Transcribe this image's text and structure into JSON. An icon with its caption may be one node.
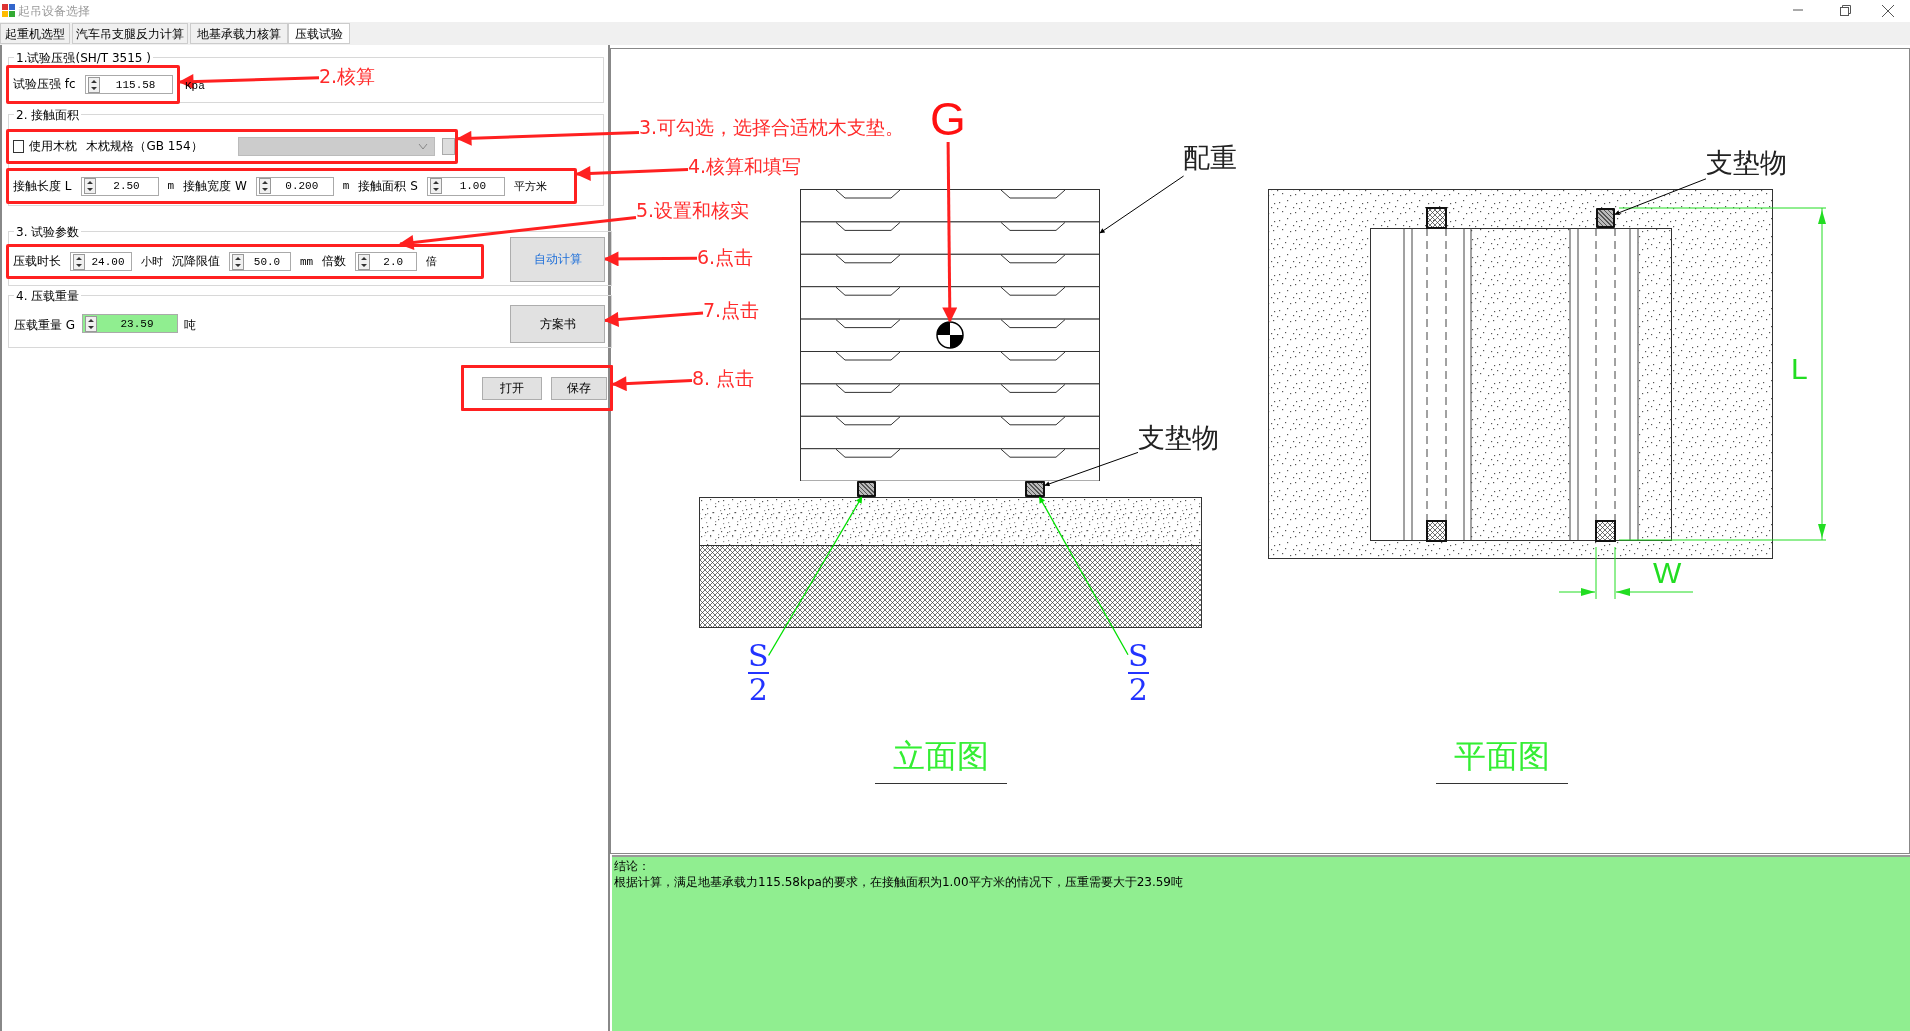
{
  "diagram": {
    "nodes": [
      {
        "text": [
          "试验压强 fc",
          "115.58"
        ]
      },
      {
        "text": [
          "2.核算"
        ]
      },
      {
        "text": [
          "使用木枕",
          "木枕规格（GB 154）"
        ]
      },
      {
        "text": [
          "3.可勾选，选择合适枕木支垫。"
        ]
      },
      {
        "text": [
          "接触长度 L",
          "2.50",
          "m",
          "接触宽度 W",
          "0.200",
          "m",
          "接触面积 S",
          "1.00",
          "平方米"
        ]
      },
      {
        "text": [
          "4.核算和填写"
        ]
      },
      {
        "text": [
          "压载时长",
          "24.00",
          "小时",
          "沉降限值",
          "50.0",
          "mm",
          "倍数",
          "2.0",
          "倍"
        ]
      },
      {
        "text": [
          "5.设置和核实"
        ]
      },
      {
        "text": [
          "自动计算"
        ]
      },
      {
        "text": [
          "6.点击"
        ]
      },
      {
        "text": [
          "方案书"
        ]
      },
      {
        "text": [
          "7.点击"
        ]
      },
      {
        "text": [],
        "shape": "box"
      },
      {
        "text": [
          "打开"
        ],
        "in": 12
      },
      {
        "text": [
          "保存"
        ],
        "in": 12
      },
      {
        "text": [
          "8. 点击"
        ]
      },
      {
        "text": [
          "G"
        ]
      },
      {
        "text": [],
        "shape": "circle",
        "in": 19
      },
      {
        "text": [
          "配重"
        ]
      },
      {
        "text": [],
        "shape": "picture"
      },
      {
        "text": [
          "支垫物"
        ]
      },
      {
        "text": [],
        "shape": "box"
      },
      {
        "text": [],
        "shape": "box"
      },
      {
        "text": [
          "S",
          "2"
        ]
      },
      {
        "text": [
          "S",
          "2"
        ]
      },
      {
        "text": [
          "支垫物"
        ]
      },
      {
        "text": [],
        "shape": "box"
      }
    ],
    "edges": [
      {
        "from": 1,
        "to": 0,
        "arrow": "to"
      },
      {
        "from": 3,
        "to": 2,
        "arrow": "to"
      },
      {
        "from": 5,
        "to": 4,
        "arrow": "to"
      },
      {
        "from": 7,
        "to": 6,
        "arrow": "to"
      },
      {
        "from": 9,
        "to": 8,
        "arrow": "to"
      },
      {
        "from": 11,
        "to": 10,
        "arrow": "to"
      },
      {
        "from": 15,
        "to": 12,
        "arrow": "to"
      },
      {
        "from": 16,
        "to": 17,
        "arrow": "to"
      },
      {
        "from": 18,
        "to": 19,
        "arrow": "to",
        "color": "#000000"
      },
      {
        "from": 20,
        "to": 22,
        "arrow": "to",
        "color": "#000000"
      },
      {
        "from": 23,
        "to": 21,
        "arrow": "to",
        "color": "#00e000"
      },
      {
        "from": 24,
        "to": 22,
        "arrow": "to",
        "color": "#00e000"
      },
      {
        "from": 25,
        "to": 26,
        "arrow": "to",
        "color": "#000000"
      }
    ],
    "labels": [
      "起吊设备选择",
      "起重机选型",
      "汽车吊支腿反力计算",
      "地基承载力核算",
      "压载试验",
      "1.试验压强(SH/T 3515 )",
      "Kpa",
      "2. 接触面积",
      "3. 试验参数",
      "4. 压载重量",
      "压载重量 G",
      "23.59",
      "吨",
      "L",
      "W",
      "立面图",
      "平面图",
      "结论：",
      "根据计算，满足地基承载力115.58kpa的要求，在接触面积为1.00平方米的情况下，压重需要大于23.59吨"
    ]
  }
}
